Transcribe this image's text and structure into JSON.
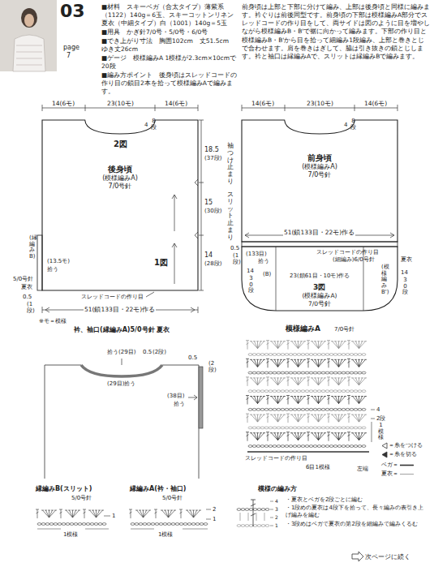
{
  "diagram": {
    "nodes": [
      {
        "text": [
          "後身頃",
          "(模様編みA)",
          "7/0号針"
        ]
      },
      {
        "text": [
          "前身頃",
          "(模様編みA)",
          "7/0号針"
        ]
      },
      {
        "text": [
          "(模様編みA)",
          "7/0号針"
        ]
      }
    ],
    "labels": [
      "03",
      "page",
      "7",
      "■材料　スキーベガ（合太タイプ）薄紫系（1122）140g＝6玉、スキーコットンリネン夏衣（中細タイプ）白（1001）140g＝5玉",
      "■用具　かぎ針7/0号・5/0号・6/0号",
      "■でき上がり寸法　胸囲102cm　丈51.5cm　ゆき丈26cm",
      "■ゲージ　模様編みA 1模様が2.3cm×10cmで20段",
      "■編み方ポイント　後身頃はスレッドコードの作り目の鎖目2本を拾って模様編みAで編みます。",
      "前身頃は上部と下部に分けて編み、上部は後身頃と同様に編みます。衿ぐりは前後同型です。前身頃の下部は模様編みA部分でスレッドコードの作り目をして、両サイドは図のように目を増やしながら模様編みB・B'で裾に向かって編みます。下部の作り目と模様編みB・B'から目を拾って細編み1段編み、上部と巻きとじで合わせます。肩を巻きはぎして、脇は引き抜きの鎖とじします。衿と袖口は縁編みAで、スリットは縁編みBで編みます。",
      "14(6モ)",
      "23(10モ)",
      "14(6モ)",
      "4",
      "8段",
      "2図",
      "1図",
      "18.5",
      "(37段)",
      "袖つけ止まり",
      "15",
      "(30段)",
      "スリット止まり",
      "14",
      "(28段)",
      "(縁編みB)",
      "5/0号針",
      "夏衣",
      "(13.5モ)",
      "拾う",
      "0.5",
      "(1段)",
      "スレッドコードの作り目",
      "51(鎖133目・22モ)作る",
      "※モ＝模様",
      "14(6モ)",
      "23(10モ)",
      "14(6モ)",
      "4",
      "8段",
      "51(鎖133目・22モ)作る",
      "0.5",
      "(1段)",
      "(133目)",
      "拾う",
      "スレッドコードの作り目",
      "(細編み)6/0号針",
      "夏衣",
      "14",
      "30段",
      "(B)",
      "23(鎖61目・10モ)作る",
      "3図",
      "(模様編みB')",
      "14",
      "30段",
      "衿、袖口(縁編みA)5/0号針 夏衣",
      "拾う(29目)",
      "0.5",
      "(2段)",
      "(29目)拾う",
      "0.5",
      "(2段)",
      "(38目)",
      "拾う",
      "模様編みA",
      "7/0号針",
      "4",
      "2段",
      "1模様",
      "スレッドコードの作り目",
      "6目1模様",
      "左端",
      "縁編みB(スリット)",
      "5/0号針",
      "1",
      "1模様",
      "縁編みA(衿・袖口)",
      "5/0号針",
      "2",
      "1",
      "1模様",
      "模様の編み方",
      "4",
      "3",
      "2",
      "1",
      "・夏衣とベガを2段ごとに編む",
      "・1段めの夏衣は4段下を拾って、長々編みの表引き上げ編みを編む",
      "・3段めはベガで夏衣の第2段を細編みで編みくるむ",
      "次ページに続く"
    ],
    "legend": [
      {
        "text": "＝糸をつける"
      },
      {
        "text": "＝糸を切る"
      },
      {
        "text": "ベガ＝"
      },
      {
        "text": "夏衣＝"
      }
    ]
  }
}
